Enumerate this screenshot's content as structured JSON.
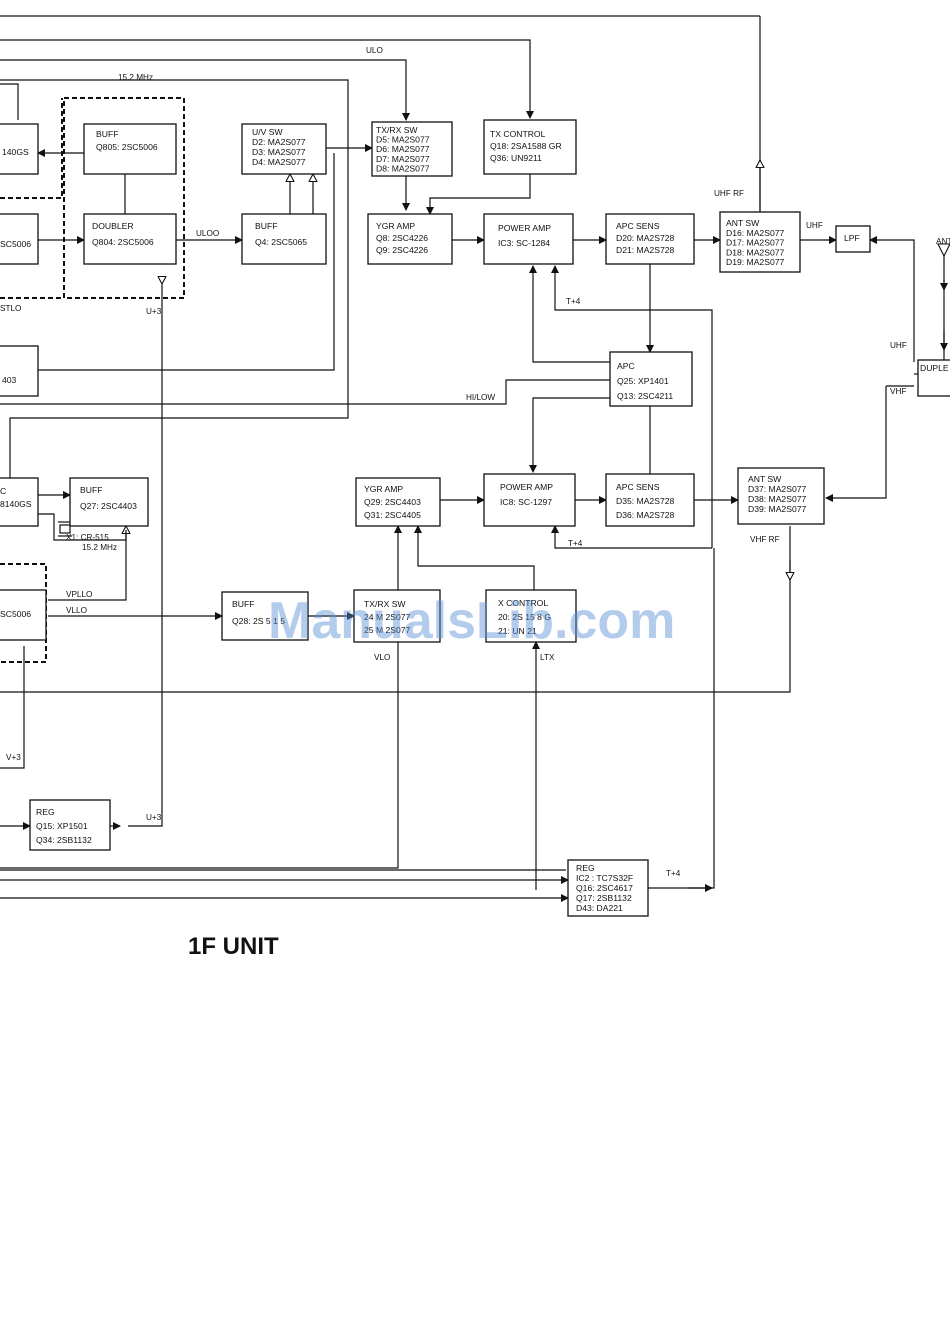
{
  "title": "1F UNIT",
  "watermark": "ManualsLib.com",
  "blocks": {
    "buff_q805": [
      "BUFF",
      "Q805:  2SC5006"
    ],
    "doubler_q804": [
      "DOUBLER",
      "Q804:  2SC5006"
    ],
    "left_140gs": [
      "140GS"
    ],
    "left_sc5006_top": [
      "SC5006"
    ],
    "left_403": [
      "403"
    ],
    "left_c_8140gs": [
      "C",
      "8140GS"
    ],
    "left_sc5006_bot": [
      "SC5006"
    ],
    "uv_sw": [
      "U/V SW",
      "D2:  MA2S077",
      "D3:  MA2S077",
      "D4:  MA2S077"
    ],
    "buff_q4": [
      "BUFF",
      "Q4: 2SC5065"
    ],
    "txrx_sw_top": [
      "TX/RX SW",
      "D5:  MA2S077",
      "D6:  MA2S077",
      "D7:  MA2S077",
      "D8:  MA2S077"
    ],
    "tx_control": [
      "TX CONTROL",
      "Q18: 2SA1588 GR",
      "Q36: UN9211"
    ],
    "ygr_amp_top": [
      "YGR AMP",
      "Q8: 2SC4226",
      "Q9: 2SC4226"
    ],
    "power_amp_top": [
      "POWER AMP",
      "IC3: SC-1284"
    ],
    "apc_sens_top": [
      "APC SENS",
      "D20: MA2S728",
      "D21: MA2S728"
    ],
    "ant_sw_top": [
      "ANT SW",
      "D16: MA2S077",
      "D17: MA2S077",
      "D18: MA2S077",
      "D19: MA2S077"
    ],
    "lpf": [
      "LPF"
    ],
    "duple": [
      "DUPLE"
    ],
    "apc": [
      "APC",
      "Q25:  XP1401",
      "Q13: 2SC4211"
    ],
    "buff_q27": [
      "BUFF",
      "Q27: 2SC4403"
    ],
    "ygr_amp_bot": [
      "YGR AMP",
      "Q29: 2SC4403",
      "Q31: 2SC4405"
    ],
    "power_amp_bot": [
      "POWER AMP",
      "IC8: SC-1297"
    ],
    "apc_sens_bot": [
      "APC SENS",
      "D35: MA2S728",
      "D36: MA2S728"
    ],
    "ant_sw_bot": [
      "ANT SW",
      "D37: MA2S077",
      "D38: MA2S077",
      "D39: MA2S077"
    ],
    "buff_q28": [
      "BUFF",
      "Q28:  2S  5 1 5"
    ],
    "txrx_sw_bot": [
      "TX/RX SW",
      "24   M  2S077",
      "25   M  2S077"
    ],
    "x_control": [
      "X CONTROL",
      "20: 2S  15  8 G",
      "21:  UN  21"
    ],
    "reg_q15": [
      "REG",
      "Q15: XP1501",
      "Q34: 2SB1132"
    ],
    "reg_ic2": [
      "REG",
      "IC2 : TC7S32F",
      "Q16: 2SC4617",
      "Q17: 2SB1132",
      "D43: DA221"
    ]
  },
  "labels": {
    "ulo": "ULO",
    "mhz_top": "15.2 MHz",
    "uloo": "ULOO",
    "stlo": "STLO",
    "u3_a": "U+3",
    "uhf_rf": "UHF RF",
    "uhf_a": "UHF",
    "uhf_b": "UHF",
    "vhf": "VHF",
    "ant": "ANT",
    "t4_a": "T+4",
    "hilow": "HI/LOW",
    "t4_b": "T+4",
    "xtal": "X1: CR-515",
    "mhz_bot": "15.2 MHz",
    "vhf_rf": "VHF RF",
    "vpllo": "VPLLO",
    "vllo": "VLLO",
    "vlo": "VLO",
    "ltx": "LTX",
    "v3": "V+3",
    "u3_b": "U+3",
    "t4_c": "T+4"
  }
}
